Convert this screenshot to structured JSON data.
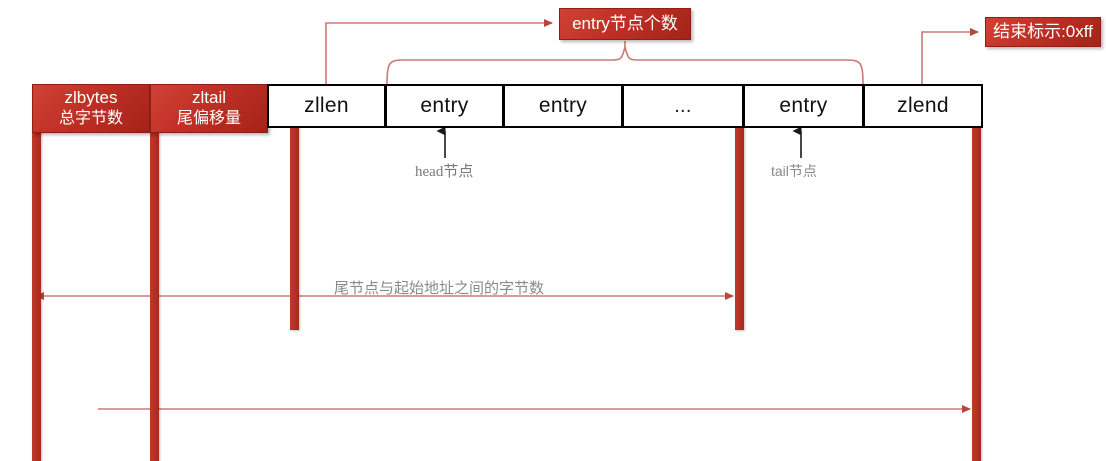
{
  "diagram": {
    "title": "Redis ziplist memory layout",
    "colors": {
      "red_fill": "#c23127",
      "red_border": "#8f1f15",
      "red_line": "#cc7a72",
      "cell_border": "#000000",
      "annotation_gray": "#8a8a8a",
      "background": "#ffffff"
    },
    "header_boxes": [
      {
        "name": "zlbytes",
        "line1": "zlbytes",
        "line2": "总字节数"
      },
      {
        "name": "zltail",
        "line1": "zltail",
        "line2": "尾偏移量"
      }
    ],
    "cells": [
      {
        "name": "zllen",
        "label": "zllen"
      },
      {
        "name": "entry-head",
        "label": "entry"
      },
      {
        "name": "entry-second",
        "label": "entry"
      },
      {
        "name": "entry-ellipsis",
        "label": "..."
      },
      {
        "name": "entry-tail",
        "label": "entry"
      },
      {
        "name": "zlend",
        "label": "zlend"
      }
    ],
    "callouts": [
      {
        "name": "entry-count-callout",
        "label": "entry节点个数"
      },
      {
        "name": "end-marker-callout",
        "label": "结束标示:0xff"
      }
    ],
    "annotations": [
      {
        "name": "head-node-annotation",
        "label": "head节点"
      },
      {
        "name": "tail-node-annotation",
        "label": "tail节点"
      },
      {
        "name": "tail-offset-annotation",
        "label": "尾节点与起始地址之间的字节数"
      }
    ]
  }
}
